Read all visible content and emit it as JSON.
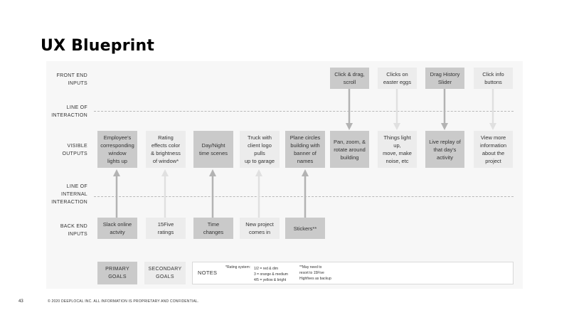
{
  "title": "UX Blueprint",
  "row_labels": {
    "front_end": [
      "FRONT END",
      "INPUTS"
    ],
    "line_interaction": [
      "LINE OF",
      "INTERACTION"
    ],
    "visible_outputs": [
      "VISIBLE",
      "OUTPUTS"
    ],
    "line_internal": [
      "LINE OF",
      "INTERNAL",
      "INTERACTION"
    ],
    "back_end": [
      "BACK END",
      "INPUTS"
    ]
  },
  "front_inputs": [
    {
      "lines": [
        "Click & drag,",
        "scroll"
      ],
      "shade": "dark"
    },
    {
      "lines": [
        "Clicks on",
        "easter eggs"
      ],
      "shade": "light"
    },
    {
      "lines": [
        "Drag History",
        "Slider"
      ],
      "shade": "dark"
    },
    {
      "lines": [
        "Click info",
        "buttons"
      ],
      "shade": "light"
    }
  ],
  "visible_outputs": [
    {
      "lines": [
        "Employee's",
        "corresponding",
        "window",
        "lights up"
      ],
      "shade": "dark"
    },
    {
      "lines": [
        "Rating",
        "effects color",
        "& brightness",
        "of window*"
      ],
      "shade": "light"
    },
    {
      "lines": [
        "Day/Night",
        "time scenes"
      ],
      "shade": "dark"
    },
    {
      "lines": [
        "Truck with",
        "client logo pulls",
        "up to garage"
      ],
      "shade": "light"
    },
    {
      "lines": [
        "Plane circles",
        "building with",
        "banner of",
        "names"
      ],
      "shade": "dark"
    },
    {
      "lines": [
        "Pan, zoom, &",
        "rotate around",
        "building"
      ],
      "shade": "dark"
    },
    {
      "lines": [
        "Things light up,",
        "move, make",
        "noise, etc"
      ],
      "shade": "light"
    },
    {
      "lines": [
        "Live replay of",
        "that day's",
        "activity"
      ],
      "shade": "dark"
    },
    {
      "lines": [
        "View more",
        "information",
        "about the",
        "project"
      ],
      "shade": "light"
    }
  ],
  "back_inputs": [
    {
      "lines": [
        "Slack online",
        "actvity"
      ],
      "shade": "dark"
    },
    {
      "lines": [
        "15Five",
        "ratings"
      ],
      "shade": "light"
    },
    {
      "lines": [
        "Time",
        "changes"
      ],
      "shade": "dark"
    },
    {
      "lines": [
        "New project",
        "comes in"
      ],
      "shade": "light"
    },
    {
      "lines": [
        "Stickers**"
      ],
      "shade": "dark"
    }
  ],
  "legend": {
    "primary": [
      "PRIMARY",
      "GOALS"
    ],
    "secondary": [
      "SECONDARY",
      "GOALS"
    ],
    "notes_title": "NOTES",
    "rating_label": "*Rating system:",
    "rating_lines": [
      "1/2 = red & dim",
      "3 = orange & medium",
      "4/5 = yellow & bright"
    ],
    "footnote_lines": [
      "**May need to",
      "resort to 15Five",
      "Highfives as backup"
    ]
  },
  "colors": {
    "primary_box": "#cacaca",
    "secondary_box": "#ececec",
    "primary_arrow": "#b3b3b3",
    "secondary_arrow": "#e0e0e0",
    "panel": "#f7f7f7"
  },
  "page_number": "43",
  "footer": "© 2020 DEEPLOCAL INC. ALL INFORMATION IS PROPRIETARY AND CONFIDENTIAL."
}
